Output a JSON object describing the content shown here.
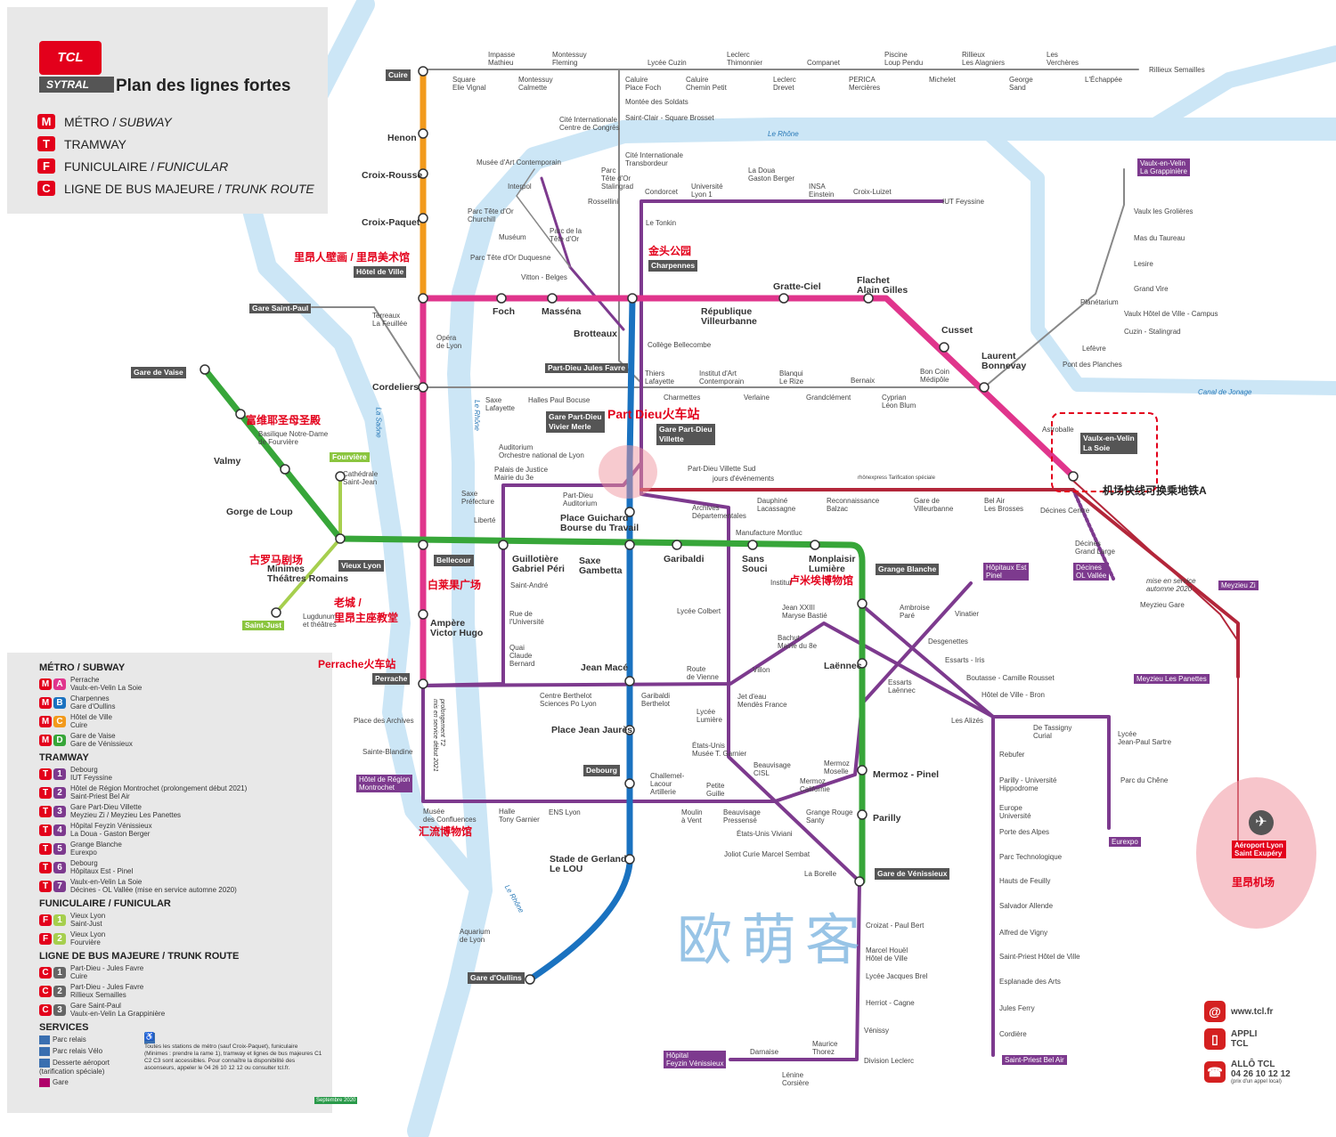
{
  "header": {
    "logo": "TCL",
    "brand": "SYTRAL",
    "title": "Plan des lignes fortes"
  },
  "top_legend": [
    {
      "badge": "M",
      "label": "MÉTRO / ",
      "italic": "SUBWAY"
    },
    {
      "badge": "T",
      "label": "TRAMWAY",
      "italic": ""
    },
    {
      "badge": "F",
      "label": "FUNICULAIRE / ",
      "italic": "FUNICULAR"
    },
    {
      "badge": "C",
      "label": "LIGNE DE BUS MAJEURE / ",
      "italic": "TRUNK ROUTE"
    }
  ],
  "colors": {
    "metro_a": "#e0358c",
    "metro_b": "#1a72c0",
    "metro_c": "#f29a1c",
    "metro_d": "#37a639",
    "tram": "#7d3a8e",
    "t3": "#b3263a",
    "bus": "#888888",
    "river": "#cce6f6",
    "funicular": "#a6cf4e",
    "red": "#e3001b"
  },
  "legend": {
    "metro_title": "MÉTRO / SUBWAY",
    "metro": [
      {
        "m": "M",
        "l": "A",
        "color": "#e0358c",
        "from": "Perrache",
        "to": "Vaulx-en-Velin La Soie"
      },
      {
        "m": "M",
        "l": "B",
        "color": "#1a72c0",
        "from": "Charpennes",
        "to": "Gare d'Oullins"
      },
      {
        "m": "M",
        "l": "C",
        "color": "#f29a1c",
        "from": "Hôtel de Ville",
        "to": "Cuire"
      },
      {
        "m": "M",
        "l": "D",
        "color": "#37a639",
        "from": "Gare de Vaise",
        "to": "Gare de Vénissieux"
      }
    ],
    "tram_title": "TRAMWAY",
    "tram": [
      {
        "m": "T",
        "l": "1",
        "from": "Debourg",
        "to": "IUT Feyssine"
      },
      {
        "m": "T",
        "l": "2",
        "from": "Hôtel de Région Montrochet (prolongement début 2021)",
        "to": "Saint-Priest Bel Air"
      },
      {
        "m": "T",
        "l": "3",
        "from": "Gare Part-Dieu Villette",
        "to": "Meyzieu Zi / Meyzieu Les Panettes"
      },
      {
        "m": "T",
        "l": "4",
        "from": "Hôpital Feyzin Vénissieux",
        "to": "La Doua - Gaston Berger"
      },
      {
        "m": "T",
        "l": "5",
        "from": "Grange Blanche",
        "to": "Eurexpo"
      },
      {
        "m": "T",
        "l": "6",
        "from": "Debourg",
        "to": "Hôpitaux Est - Pinel"
      },
      {
        "m": "T",
        "l": "7",
        "from": "Vaulx-en-Velin La Soie",
        "to": "Décines - OL Vallée (mise en service automne 2020)"
      }
    ],
    "funi_title": "FUNICULAIRE / FUNICULAR",
    "funi": [
      {
        "m": "F",
        "l": "1",
        "from": "Vieux Lyon",
        "to": "Saint-Just"
      },
      {
        "m": "F",
        "l": "2",
        "from": "Vieux Lyon",
        "to": "Fourvière"
      }
    ],
    "bus_title": "LIGNE DE BUS MAJEURE / TRUNK ROUTE",
    "bus": [
      {
        "m": "C",
        "l": "1",
        "from": "Part-Dieu - Jules Favre",
        "to": "Cuire"
      },
      {
        "m": "C",
        "l": "2",
        "from": "Part-Dieu - Jules Favre",
        "to": "Rillieux Semailles"
      },
      {
        "m": "C",
        "l": "3",
        "from": "Gare Saint-Paul",
        "to": "Vaulx-en-Velin La Grappinière"
      }
    ],
    "services_title": "SERVICES",
    "services": [
      "Parc relais",
      "Parc relais Vélo",
      "Desserte aéroport (tarification spéciale)",
      "Gare"
    ],
    "accessibility_note": "Toutes les stations de métro (sauf Croix-Paquet), funiculaire (Minimes : prendre la rame 1), tramway et lignes de bus majeures C1 C2 C3 sont accessibles. Pour connaître la disponibilité des ascenseurs, appeler le 04 26 10 12 12 ou consulter tcl.fr.",
    "date": "Septembre 2020"
  },
  "metro_stations": [
    "Cuire",
    "Henon",
    "Croix-Rousse",
    "Croix-Paquet",
    "Hôtel de Ville",
    "Foch",
    "Masséna",
    "Brotteaux",
    "Gratte-Ciel",
    "Flachet\nAlain Gilles",
    "Cusset",
    "Laurent\nBonnevay",
    "Cordeliers",
    "Gare de Vaise",
    "Valmy",
    "Gorge de Loup",
    "Vieux Lyon",
    "Bellecour",
    "Guillotière\nGabriel Péri",
    "Saxe\nGambetta",
    "Garibaldi",
    "Sans\nSouci",
    "Monplaisir\nLumière",
    "Grange Blanche",
    "Ampère\nVictor Hugo",
    "Perrache",
    "Jean Macé",
    "Place Jean Jaurès",
    "Debourg",
    "Stade de Gerland\nLe LOU",
    "Gare d'Oullins",
    "Place Guichard\nBourse du Travail",
    "Charpennes",
    "Laënnec",
    "Mermoz - Pinel",
    "Parilly",
    "Gare de Vénissieux",
    "Vaulx-en-Velin\nLa Soie",
    "Minimes\nThéâtres Romains",
    "République\nVilleurbanne",
    "Gare Part-Dieu\nVivier Merle",
    "Gare Part-Dieu\nVillette"
  ],
  "stations": [
    "Square\nElie Vignal",
    "Impasse\nMathieu",
    "Montessuy\nCalmette",
    "Montessuy\nFleming",
    "Caluire\nPlace Foch",
    "Lycée Cuzin",
    "Caluire\nChemin Petit",
    "Leclerc\nThimonnier",
    "Leclerc\nDrevet",
    "Companet",
    "PERICA\nMercières",
    "Piscine\nLoup Pendu",
    "Michelet",
    "Rillieux\nLes Alagniers",
    "George\nSand",
    "Les\nVerchères",
    "L'Échappée",
    "Rillieux Semailles",
    "Montée des Soldats",
    "Saint-Clair - Square Brosset",
    "Cité Internationale\nCentre de Congrès",
    "Cité Internationale\nTransbordeur",
    "Musée d'Art Contemporain",
    "Parc\nTête d'Or\nStalingrad",
    "Interpol",
    "Condorcet",
    "Université\nLyon 1",
    "INSA\nEinstein",
    "Croix-Luizet",
    "IUT Feyssine",
    "La Doua\nGaston Berger",
    "Rossellini",
    "Parc Tête d'Or\nChurchill",
    "Le Tonkin",
    "Muséum",
    "Parc Tête d'Or Duquesne",
    "Vitton - Belges",
    "Collège Bellecombe",
    "Thiers\nLafayette",
    "Institut d'Art\nContemporain",
    "Blanqui\nLe Rize",
    "Bernaix",
    "Bon Coin\nMédipôle",
    "Charmettes",
    "Verlaine",
    "Grandclément",
    "Cyprian\nLéon Blum",
    "Saxe\nLafayette",
    "Halles Paul Bocuse",
    "Part-Dieu Jules Favre",
    "Part-Dieu Villette Sud",
    "Palais de Justice\nMairie du 3e",
    "Saxe\nPréfecture",
    "Part-Dieu\nAuditorium",
    "Liberté",
    "Dauphiné\nLacassagne",
    "Reconnaissance\nBalzac",
    "Gare de\nVilleurbanne",
    "Bel Air\nLes Brosses",
    "Décines Centre",
    "Archives\nDépartementales",
    "Manufacture Montluc",
    "Décines\nGrand Large",
    "Saint-André",
    "Rue de\nl'Université",
    "Quai\nClaude\nBernard",
    "Lycée Colbert",
    "Jean XXIII\nMaryse Bastié",
    "Bachut\nMairie du 8e",
    "Villon",
    "Route\nde Vienne",
    "Jet d'eau\nMendès France",
    "Centre Berthelot\nSciences Po Lyon",
    "Garibaldi\nBerthelot",
    "Lycée\nLumière",
    "États-Unis\nMusée T. Garnier",
    "Place des Archives",
    "Sainte-Blandine",
    "Musée\ndes Confluences",
    "Halle\nTony Garnier",
    "ENS Lyon",
    "Challemel-\nLacour\nArtillerie",
    "Moulin\nà Vent",
    "Petite\nGuille",
    "Beauvisage\nCISL",
    "Beauvisage\nPressensé",
    "Mermoz\nMoselle",
    "Mermoz\nCalifornie",
    "Grange Rouge\nSanty",
    "États-Unis Viviani",
    "Joliot Curie Marcel Sembat",
    "La Borelle",
    "Croizat - Paul Bert",
    "Marcel Houël\nHôtel de Ville",
    "Lycée Jacques Brel",
    "Herriot - Cagne",
    "Vénissy",
    "Division Leclerc",
    "Maurice\nThorez",
    "Darnaise",
    "Lénine\nCorsière",
    "Ambroise\nParé",
    "Vinatier",
    "Desgenettes",
    "Essarts - Iris",
    "Essarts\nLaënnec",
    "Boutasse - Camille Rousset",
    "Hôtel de Ville - Bron",
    "Les Alizés",
    "De Tassigny\nCurial",
    "Lycée\nJean-Paul Sartre",
    "Rebufer",
    "Parilly - Université\nHippodrome",
    "Europe\nUniversité",
    "Porte des Alpes",
    "Parc Technologique",
    "Hauts de Feuilly",
    "Salvador Allende",
    "Alfred de Vigny",
    "Saint-Priest Hôtel de Ville",
    "Esplanade des Arts",
    "Jules Ferry",
    "Cordière",
    "Parc du Chêne",
    "Meyzieu Gare",
    "Vaulx les Grolières",
    "Mas du Taureau",
    "Lesire",
    "Grand Vire",
    "Vaulx Hôtel de Ville - Campus",
    "Cuzin - Stalingrad",
    "Lefèvre",
    "Pont des Planches",
    "Terreaux\nLa Feuillée",
    "Planétarium",
    "Astroballe",
    "Parc de la\nTête d'Or",
    "Opéra\nde Lyon",
    "Auditorium\nOrchestre national de Lyon",
    "Basilique Notre-Dame\nde Fourvière",
    "Cathédrale\nSaint-Jean",
    "Lugdunum\net théâtres",
    "Aquarium\nde Lyon",
    "Institut",
    "jours d'événements"
  ],
  "boxed_stations": [
    "Gare Saint-Paul",
    "Fourvière",
    "Saint-Just",
    "Hôtel de Région\nMontrochet",
    "Hôpital\nFeyzin Vénissieux",
    "Saint-Priest Bel Air",
    "Eurexpo",
    "Hôpitaux Est\nPinel",
    "Meyzieu Zi",
    "Meyzieu Les Panettes",
    "Décines\nOL Vallée",
    "Vaulx-en-Velin\nLa Grappinière"
  ],
  "notes": {
    "t7": "mise en service\nautomne 2020",
    "t2": "prolongement T2\nmis en service début 2021",
    "rhonexpress": "rhônexpress Tarification spéciale"
  },
  "rivers": [
    "Le Rhône",
    "Canal de Jonage",
    "La Saône",
    "Le Rhône",
    "Le Rhône"
  ],
  "annotations_cn": [
    "里昂人壁画 / 里昂美术馆",
    "金头公园",
    "Part Dieu火车站",
    "富维耶圣母圣殿",
    "古罗马剧场",
    "白莱果广场",
    "卢米埃博物馆",
    "老城 /\n里昂主座教堂",
    "Perrache火车站",
    "汇流博物馆",
    "机场快线可换乘地铁A",
    "里昂机场"
  ],
  "airport": {
    "name": "Aéroport Lyon\nSaint Exupéry"
  },
  "watermark": "欧萌客",
  "contact": {
    "web": "www.tcl.fr",
    "app": "APPLI\nTCL",
    "phone_label": "ALLÔ TCL",
    "phone": "04 26 10 12 12",
    "phone_note": "(prix d'un appel local)"
  }
}
